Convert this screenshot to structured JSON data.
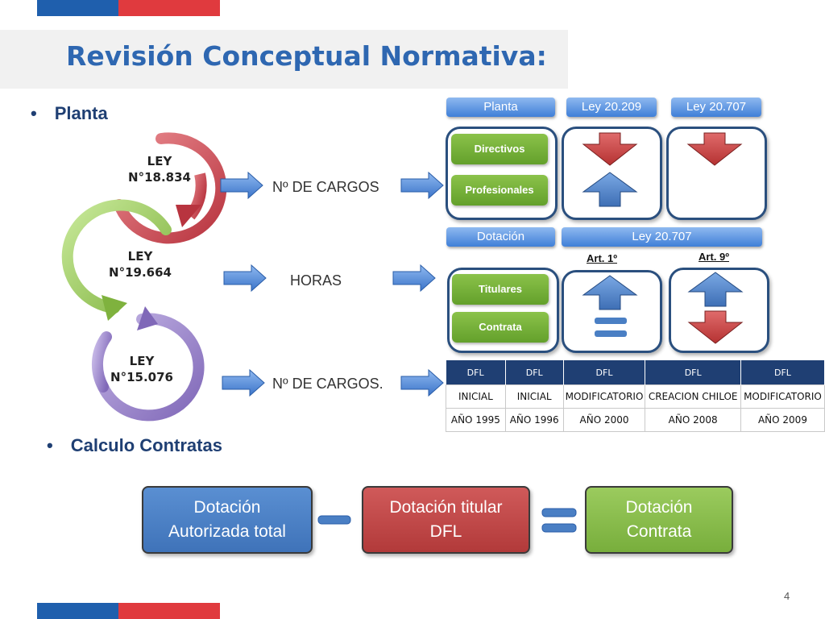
{
  "slide": {
    "title": "Revisión Conceptual Normativa:",
    "page_number": "4"
  },
  "colors": {
    "brand_blue": "#1f5fad",
    "brand_red": "#e03a3e",
    "title_blue": "#2e67b1",
    "tab_blue": "#3f7fd8",
    "green": "#63a02b",
    "navy": "#1f3f73",
    "down_arrow_red": "#cf4b4b",
    "up_arrow_blue": "#4a7fc4"
  },
  "planta": {
    "bullet": "Planta",
    "cycle": [
      {
        "label": "LEY\nN°18.834",
        "color": "#c84a55"
      },
      {
        "label": "LEY\nN°19.664",
        "color": "#9fce5a"
      },
      {
        "label": "LEY\nN°15.076",
        "color": "#9c85c8"
      }
    ],
    "row_labels": [
      "Nº DE CARGOS",
      "HORAS",
      "Nº DE CARGOS."
    ],
    "top_tabs": [
      "Planta",
      "Ley 20.209",
      "Ley 20.707"
    ],
    "planta_items": [
      "Directivos",
      "Profesionales"
    ],
    "second_tabs": [
      "Dotación",
      "Ley 20.707"
    ],
    "dotacion_items": [
      "Titulares",
      "Contrata"
    ],
    "art_labels": [
      "Art. 1º",
      "Art. 9º"
    ]
  },
  "dfl_table": {
    "header": [
      "DFL",
      "DFL",
      "DFL",
      "DFL",
      "DFL"
    ],
    "row1": [
      "INICIAL",
      "INICIAL",
      "MODIFICATORIO",
      "CREACION CHILOE",
      "MODIFICATORIO"
    ],
    "row2": [
      "AÑO 1995",
      "AÑO 1996",
      "AÑO 2000",
      "AÑO 2008",
      "AÑO 2009"
    ]
  },
  "calculo": {
    "bullet": "Calculo Contratas",
    "box1": {
      "line1": "Dotación",
      "line2": "Autorizada total"
    },
    "box2": {
      "line1": "Dotación titular",
      "line2": "DFL"
    },
    "box3": {
      "line1": "Dotación",
      "line2": "Contrata"
    }
  }
}
